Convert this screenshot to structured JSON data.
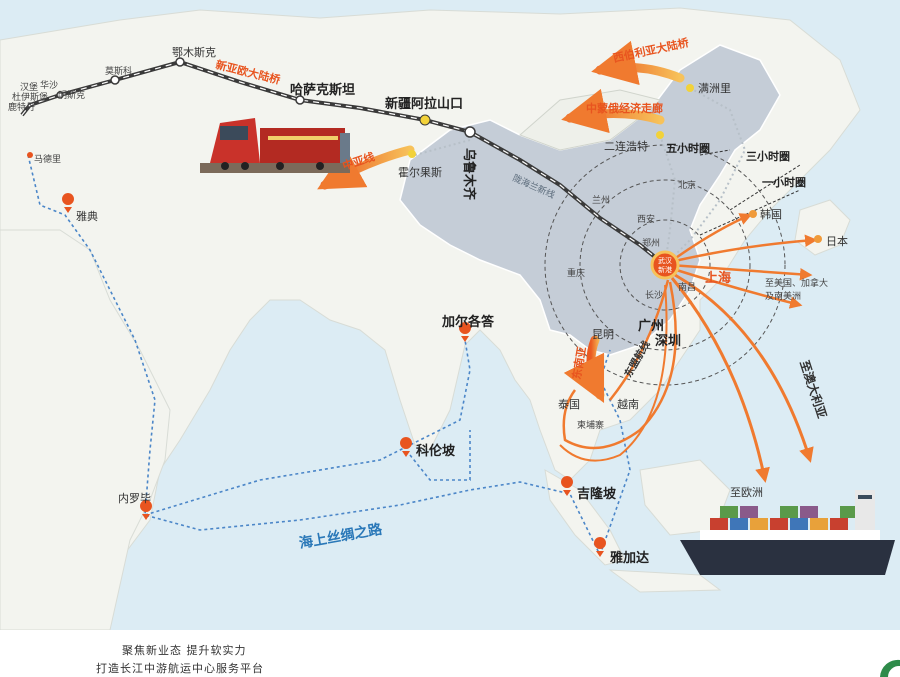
{
  "routes": {
    "new_eurasia": "新亚欧大陆桥",
    "siberia": "西伯利亚大陆桥",
    "china_mongolia_russia": "中蒙俄经济走廊",
    "china_asia": "中亚线",
    "longhai_lanxin": "陇海兰新线",
    "southeast_asia": "东盟航线",
    "southeast_asia_2": "东南亚",
    "maritime_silk_road": "海上丝绸之路",
    "australia": "至澳大利亚",
    "americas": "至美国、加拿大\n及南美洲",
    "europe": "至欧洲"
  },
  "cities": {
    "moscow": "莫斯科",
    "minsk": "明斯克",
    "warsaw": "华沙",
    "duisburg": "杜伊斯堡",
    "hamburg": "汉堡",
    "rotterdam": "鹿特丹",
    "madrid": "马德里",
    "athens": "雅典",
    "omsk": "鄂木斯克",
    "kazakhstan": "哈萨克斯坦",
    "alashankou": "新疆阿拉山口",
    "urumqi": "乌鲁木齐",
    "horgos": "霍尔果斯",
    "manzhouli": "满洲里",
    "erenhot": "二连浩特",
    "beijing": "北京",
    "xian": "西安",
    "zhengzhou": "郑州",
    "chongqing": "重庆",
    "lanzhou": "兰州",
    "nanchang": "南昌",
    "changsha": "长沙",
    "guangzhou": "广州",
    "shenzhen": "深圳",
    "kunming": "昆明",
    "shanghai": "上海",
    "hub_line1": "武汉",
    "hub_line2": "新港",
    "korea": "韩国",
    "japan": "日本",
    "thailand": "泰国",
    "vietnam": "越南",
    "cambodia": "柬埔寨",
    "kolkata": "加尔各答",
    "colombo": "科伦坡",
    "nairobi": "内罗毕",
    "kuala_lumpur": "吉隆坡",
    "jakarta": "雅加达"
  },
  "rings": {
    "one_hour": "一小时圈",
    "three_hour": "三小时圈",
    "five_hour": "五小时圈"
  },
  "footer": {
    "slogan_line1": "聚焦新业态   提升软实力",
    "slogan_line2": "打造长江中游航运中心服务平台"
  },
  "colors": {
    "ocean": "#dcecf4",
    "land": "#f3f4ef",
    "china": "#c5cdd7",
    "arrow_orange": "#f07a2f",
    "sea_route": "#4b86c8",
    "rail": "#3a3a3a",
    "hub": "#e8541f"
  }
}
